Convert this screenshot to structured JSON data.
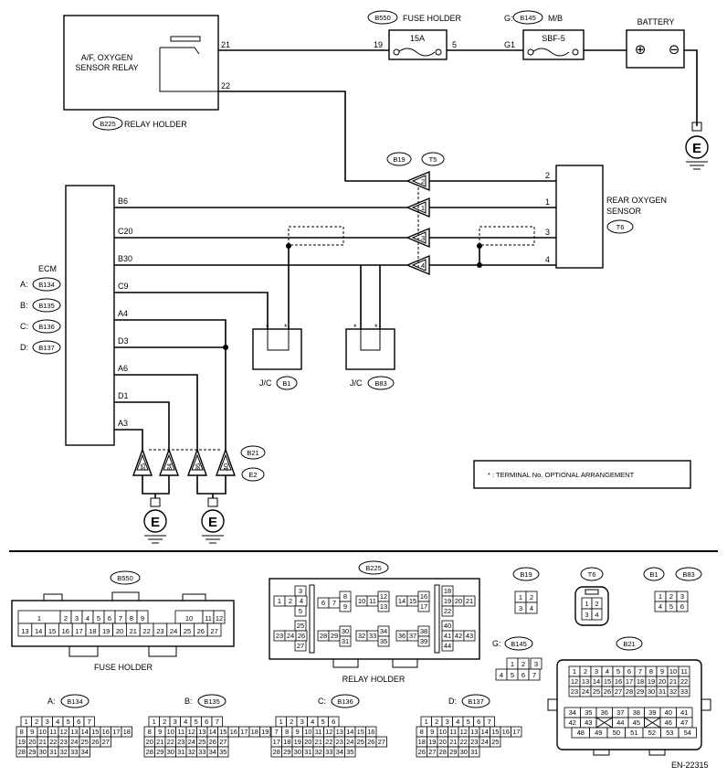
{
  "relay": {
    "line1": "A/F, OXYGEN",
    "line2": "SENSOR RELAY",
    "holder_id": "B225",
    "holder_label": "RELAY HOLDER",
    "pin_a": "21",
    "pin_b": "22"
  },
  "fuse_holder": {
    "id": "B550",
    "label": "FUSE HOLDER",
    "fuse": "15A",
    "pin_in": "19",
    "pin_out": "5"
  },
  "mb": {
    "prefix": "G:",
    "id": "B145",
    "label": "M/B",
    "fuse": "SBF-5",
    "pin": "G1"
  },
  "battery": {
    "label": "BATTERY",
    "plus": "⊕",
    "minus": "⊖"
  },
  "ground_symbol": "E",
  "rear_sensor": {
    "line1": "REAR OXYGEN",
    "line2": "SENSOR",
    "id": "T6",
    "pins": [
      "2",
      "1",
      "3",
      "4"
    ]
  },
  "connector_ids": {
    "b19": "B19",
    "t5": "T5",
    "b21": "B21",
    "e2": "E2"
  },
  "connector_numbers": [
    "2",
    "1",
    "3",
    "4"
  ],
  "ground_numbers": [
    "35",
    "34",
    "36",
    "40"
  ],
  "ecm": {
    "label": "ECM",
    "connectors": [
      {
        "prefix": "A:",
        "id": "B134"
      },
      {
        "prefix": "B:",
        "id": "B135"
      },
      {
        "prefix": "C:",
        "id": "B136"
      },
      {
        "prefix": "D:",
        "id": "B137"
      }
    ],
    "pins": [
      "B6",
      "C20",
      "B30",
      "C9",
      "A4",
      "D3",
      "A6",
      "D1",
      "A3"
    ]
  },
  "jc": [
    {
      "prefix": "J/C",
      "id": "B1"
    },
    {
      "prefix": "J/C",
      "id": "B83"
    }
  ],
  "asterisk": "*",
  "note": "* : TERMINAL No. OPTIONAL ARRANGEMENT",
  "bottom": {
    "b550": {
      "id": "B550",
      "label": "FUSE HOLDER",
      "top": [
        "1",
        "2",
        "3",
        "4",
        "5",
        "6",
        "7",
        "8",
        "9",
        "10",
        "11",
        "12"
      ],
      "bottom": [
        "13",
        "14",
        "15",
        "16",
        "17",
        "18",
        "19",
        "20",
        "21",
        "22",
        "23",
        "24",
        "25",
        "26",
        "27"
      ]
    },
    "b225": {
      "id": "B225",
      "label": "RELAY HOLDER",
      "cells": [
        "3",
        "1",
        "2",
        "4",
        "5",
        "6",
        "7",
        "8",
        "9",
        "10",
        "11",
        "12",
        "13",
        "14",
        "15",
        "16",
        "17",
        "18",
        "19",
        "20",
        "21",
        "22",
        "23",
        "24",
        "25",
        "26",
        "27",
        "28",
        "29",
        "30",
        "31",
        "32",
        "33",
        "34",
        "35",
        "36",
        "37",
        "38",
        "39",
        "40",
        "41",
        "42",
        "43",
        "44"
      ]
    },
    "b19": {
      "id": "B19",
      "cells": [
        "1",
        "2",
        "3",
        "4"
      ]
    },
    "t6": {
      "id": "T6",
      "cells": [
        "1",
        "2",
        "3",
        "4"
      ]
    },
    "b1": {
      "id": "B1"
    },
    "b83": {
      "id": "B83",
      "cells": [
        "1",
        "2",
        "3",
        "4",
        "5",
        "6"
      ]
    },
    "b145": {
      "prefix": "G:",
      "id": "B145",
      "cells": [
        "1",
        "2",
        "3",
        "4",
        "5",
        "6",
        "7"
      ]
    },
    "b21": {
      "id": "B21",
      "rows": [
        [
          "1",
          "2",
          "3",
          "4",
          "5",
          "6",
          "7",
          "8",
          "9",
          "10",
          "11"
        ],
        [
          "12",
          "13",
          "14",
          "15",
          "16",
          "17",
          "18",
          "19",
          "20",
          "21",
          "22"
        ],
        [
          "23",
          "24",
          "25",
          "26",
          "27",
          "28",
          "29",
          "30",
          "31",
          "32",
          "33"
        ],
        [
          "34",
          "35",
          "36",
          "37",
          "38",
          "39",
          "40",
          "41"
        ],
        [
          "42",
          "43",
          "44",
          "45",
          "46",
          "47"
        ],
        [
          "48",
          "49",
          "50",
          "51",
          "52",
          "53",
          "54"
        ]
      ]
    },
    "ecm_conns": [
      {
        "prefix": "A:",
        "id": "B134",
        "rows": [
          [
            "1",
            "2",
            "3",
            "4",
            "5",
            "6",
            "7"
          ],
          [
            "8",
            "9",
            "10",
            "11",
            "12",
            "13",
            "14",
            "15",
            "16",
            "17",
            "18"
          ],
          [
            "19",
            "20",
            "21",
            "22",
            "23",
            "24",
            "25",
            "26",
            "27"
          ],
          [
            "28",
            "29",
            "30",
            "31",
            "32",
            "33",
            "34"
          ]
        ]
      },
      {
        "prefix": "B:",
        "id": "B135",
        "rows": [
          [
            "1",
            "2",
            "3",
            "4",
            "5",
            "6",
            "7"
          ],
          [
            "8",
            "9",
            "10",
            "11",
            "12",
            "13",
            "14",
            "15",
            "16",
            "17",
            "18",
            "19"
          ],
          [
            "20",
            "21",
            "22",
            "23",
            "24",
            "25",
            "26",
            "27"
          ],
          [
            "28",
            "29",
            "30",
            "31",
            "32",
            "33",
            "34",
            "35"
          ]
        ]
      },
      {
        "prefix": "C:",
        "id": "B136",
        "rows": [
          [
            "1",
            "2",
            "3",
            "4",
            "5",
            "6"
          ],
          [
            "7",
            "8",
            "9",
            "10",
            "11",
            "12",
            "13",
            "14",
            "15",
            "16"
          ],
          [
            "17",
            "18",
            "19",
            "20",
            "21",
            "22",
            "23",
            "24",
            "25",
            "26",
            "27"
          ],
          [
            "28",
            "29",
            "30",
            "31",
            "32",
            "33",
            "34",
            "35"
          ]
        ]
      },
      {
        "prefix": "D:",
        "id": "B137",
        "rows": [
          [
            "1",
            "2",
            "3",
            "4",
            "5",
            "6",
            "7"
          ],
          [
            "8",
            "9",
            "10",
            "11",
            "12",
            "13",
            "14",
            "15",
            "16",
            "17"
          ],
          [
            "18",
            "19",
            "20",
            "21",
            "22",
            "23",
            "24",
            "25"
          ],
          [
            "26",
            "27",
            "28",
            "29",
            "30",
            "31"
          ]
        ]
      }
    ]
  },
  "code": "EN-22315"
}
